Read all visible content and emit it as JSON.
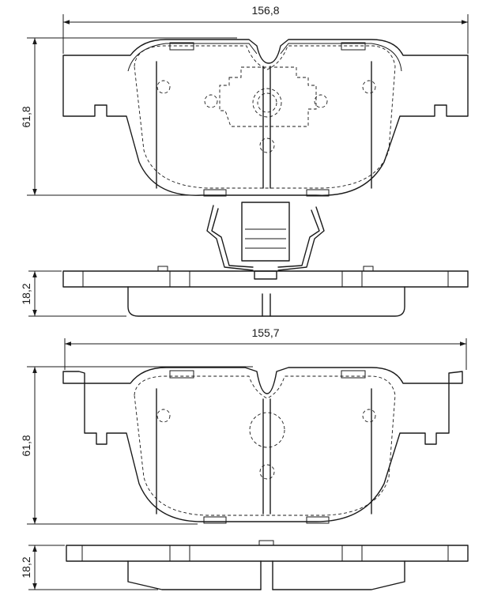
{
  "dimensions": {
    "top_width": "156,8",
    "top_height": "61,8",
    "top_thickness": "18,2",
    "bottom_width": "155,7",
    "bottom_height": "61,8",
    "bottom_thickness": "18,2"
  }
}
